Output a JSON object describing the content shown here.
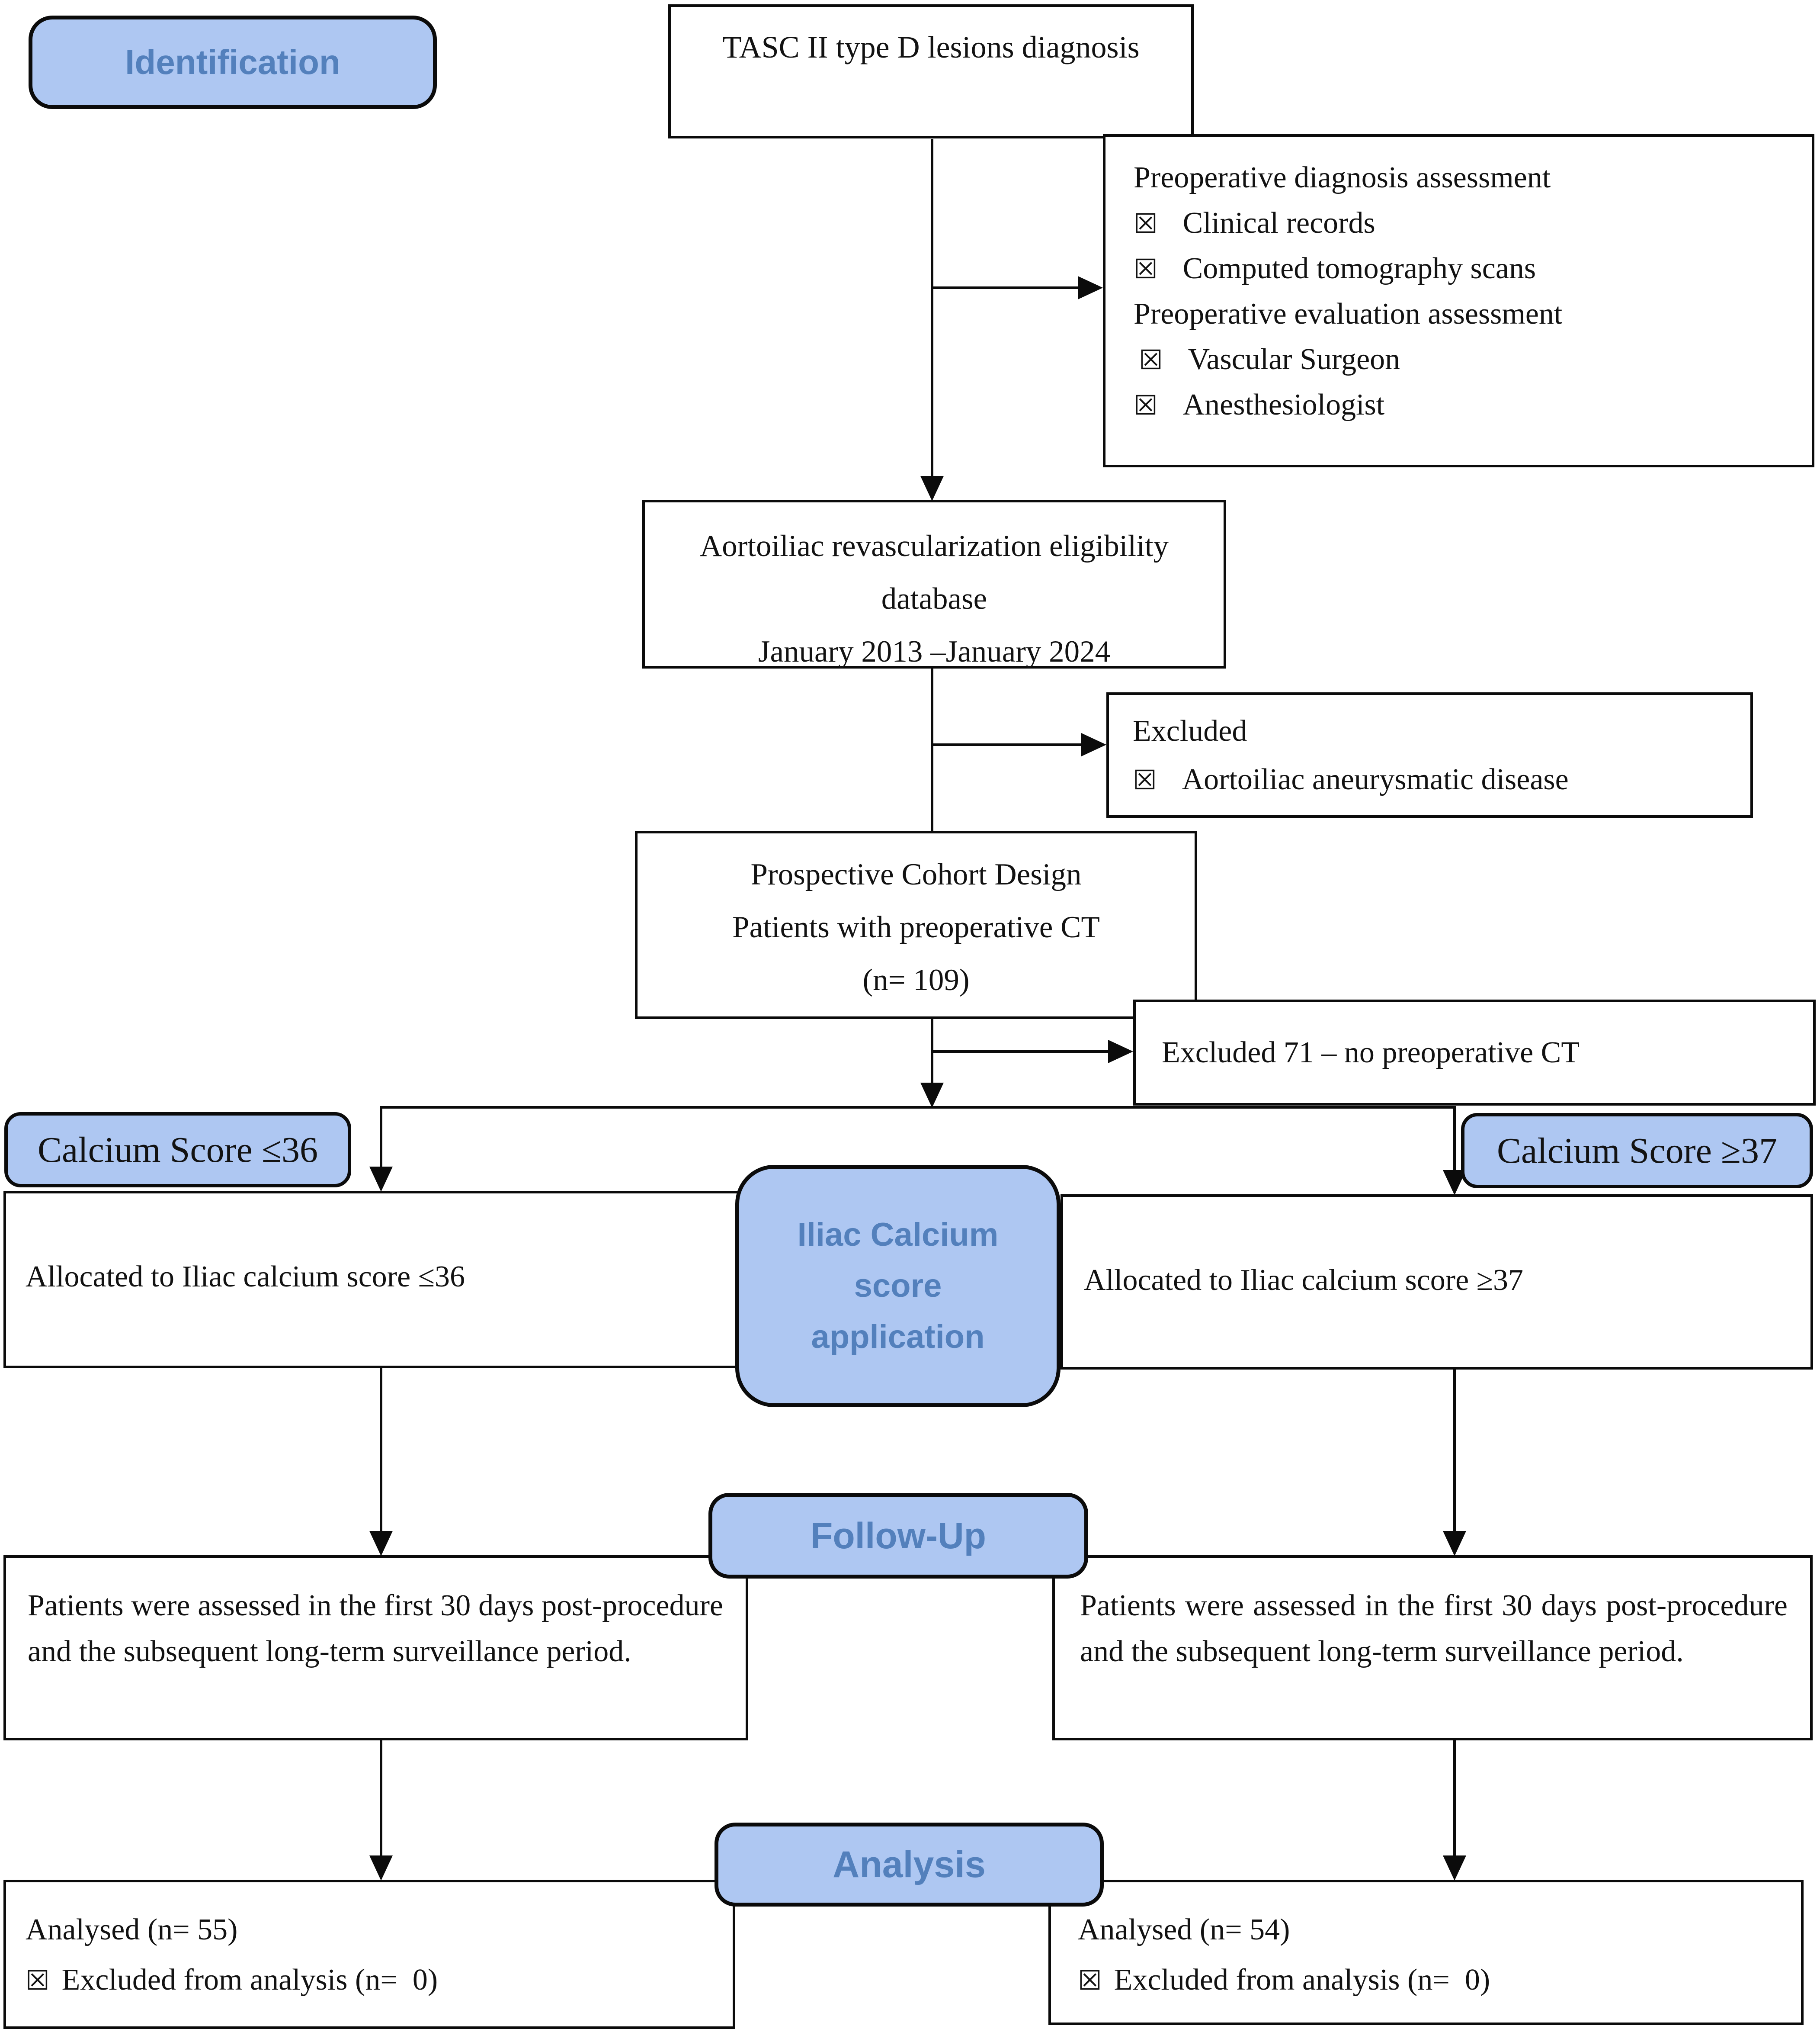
{
  "palette": {
    "blue_fill": "#aec7f2",
    "blue_text": "#5380bc",
    "border": "#0b0b0b",
    "box_fill": "#ffffff"
  },
  "icons": {
    "ballot_x": "☒"
  },
  "stage_labels": {
    "identification": "Identification",
    "iliac": [
      "Iliac Calcium",
      "score",
      "application"
    ],
    "followup": "Follow-Up",
    "analysis": "Analysis"
  },
  "boxes": {
    "tasc": {
      "title": "TASC II type D lesions diagnosis"
    },
    "preop": {
      "lines": [
        {
          "text": "Preoperative diagnosis assessment"
        },
        {
          "text": "Clinical records"
        },
        {
          "text": "Computed tomography scans"
        },
        {
          "text": "Preoperative evaluation assessment"
        },
        {
          "text": "Vascular Surgeon"
        },
        {
          "text": "Anesthesiologist"
        }
      ]
    },
    "aorto": {
      "lines": [
        "Aortoiliac revascularization eligibility",
        "database",
        "January 2013 –January 2024"
      ]
    },
    "excluded1": {
      "title": "Excluded",
      "bullet_text": "Aortoiliac aneurysmatic disease"
    },
    "prospective": {
      "lines": [
        "Prospective Cohort Design",
        "Patients with preoperative CT",
        "(n= 109)"
      ]
    },
    "excluded71": {
      "text": "Excluded 71 – no preoperative CT"
    },
    "calcium_low": {
      "text": "Calcium Score ≤36"
    },
    "calcium_high": {
      "text": "Calcium Score ≥37"
    },
    "alloc_low": {
      "text": "Allocated to Iliac calcium score ≤36"
    },
    "alloc_high": {
      "text": "Allocated to Iliac calcium score ≥37"
    },
    "followup_low": {
      "text": "Patients were assessed in the first 30 days post-procedure and the subsequent long-term surveillance period."
    },
    "followup_high": {
      "text": "Patients were assessed in the first 30 days post-procedure and the subsequent long-term surveillance period."
    },
    "analysis_low": {
      "analysed": "Analysed (n= 55)",
      "excluded": "Excluded from analysis (n=  0)"
    },
    "analysis_high": {
      "analysed": "Analysed (n= 54)",
      "excluded": "Excluded from analysis (n=  0)"
    }
  }
}
